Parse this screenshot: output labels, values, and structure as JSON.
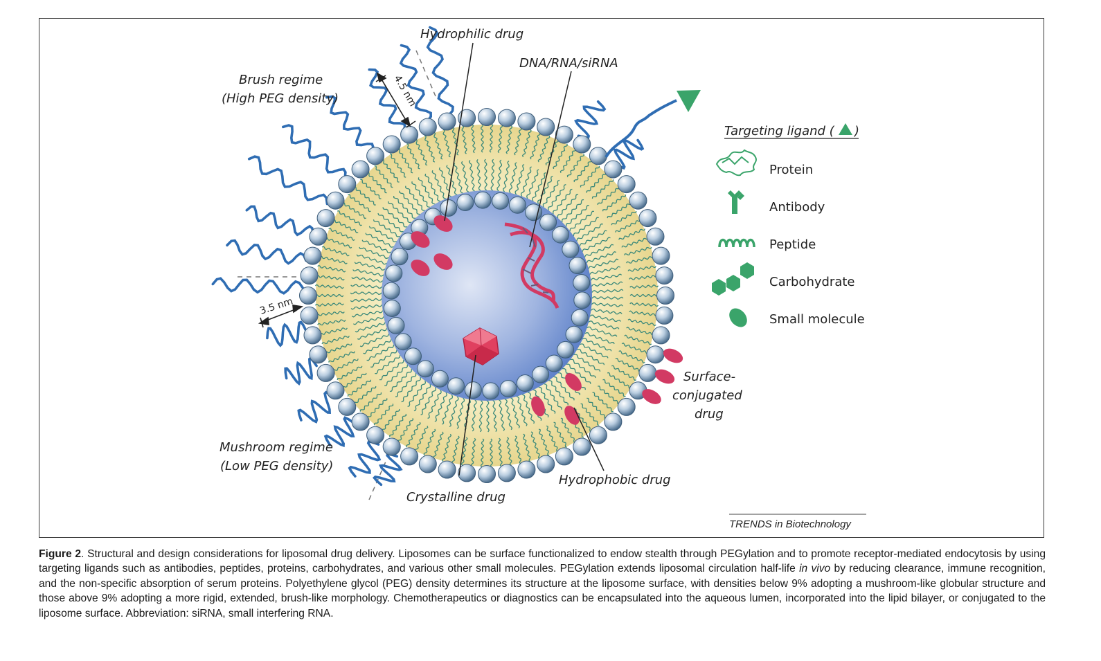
{
  "labels": {
    "hydrophilic": "Hydrophilic drug",
    "dna": "DNA/RNA/siRNA",
    "brush_1": "Brush regime",
    "brush_2": "(High PEG density)",
    "dim_top": "4.5 nm",
    "dim_left": "3.5 nm",
    "mushroom_1": "Mushroom regime",
    "mushroom_2": "(Low PEG density)",
    "crystalline": "Crystalline drug",
    "hydrophobic": "Hydrophobic drug",
    "surface_1": "Surface-",
    "surface_2": "conjugated",
    "surface_3": "drug"
  },
  "legend": {
    "title": "Targeting ligand (",
    "title_close": ")",
    "items": [
      {
        "label": "Protein",
        "icon": "protein-icon"
      },
      {
        "label": "Antibody",
        "icon": "antibody-icon"
      },
      {
        "label": "Peptide",
        "icon": "peptide-icon"
      },
      {
        "label": "Carbohydrate",
        "icon": "carbohydrate-icon"
      },
      {
        "label": "Small molecule",
        "icon": "small-molecule-icon"
      }
    ]
  },
  "credit": "TRENDS in Biotechnology",
  "caption": {
    "figure_label": "Figure 2",
    "text_1": ".  Structural and design considerations for liposomal drug delivery. Liposomes can be surface functionalized to endow stealth through PEGylation and to promote receptor-mediated endocytosis by using targeting ligands such as antibodies, peptides, proteins, carbohydrates, and various other small molecules. PEGylation extends liposomal circulation half-life ",
    "italic": "in vivo",
    "text_2": " by reducing clearance, immune recognition, and the non-specific absorption of serum proteins. Polyethylene glycol (PEG) density determines its structure at the liposome surface, with densities below 9% adopting a mushroom-like globular structure and those above 9% adopting a more rigid, extended, brush-like morphology. Chemotherapeutics or diagnostics can be encapsulated into the aqueous lumen, incorporated into the lipid bilayer, or conjugated to the liposome surface. Abbreviation: siRNA, small interfering RNA."
  },
  "colors": {
    "peg": "#2f6db3",
    "drug": "#d23a63",
    "ligand": "#3aa46a",
    "lumen": "#6b8fd0",
    "bilayer": "#efe3a6"
  }
}
